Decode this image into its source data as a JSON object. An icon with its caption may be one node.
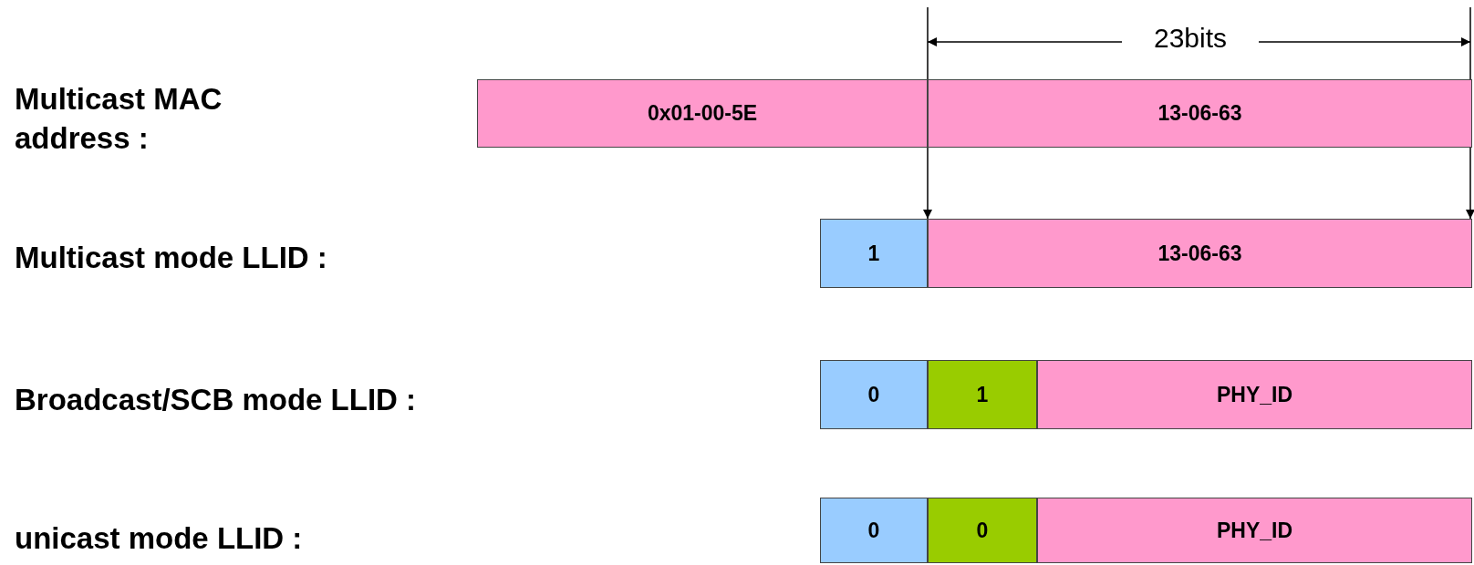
{
  "diagram": {
    "nodes": [
      {
        "text": [
          "0x01-00-5E"
        ]
      },
      {
        "text": [
          "13-06-63"
        ]
      },
      {
        "text": [
          "1"
        ]
      },
      {
        "text": [
          "13-06-63"
        ]
      },
      {
        "text": [
          "0"
        ]
      },
      {
        "text": [
          "1"
        ]
      },
      {
        "text": [
          "PHY_ID"
        ]
      },
      {
        "text": [
          "0"
        ]
      },
      {
        "text": [
          "0"
        ]
      },
      {
        "text": [
          "PHY_ID"
        ]
      }
    ],
    "edges": [
      {
        "from": null,
        "to": 3,
        "arrow": "to"
      },
      {
        "from": null,
        "to": 3,
        "arrow": "to"
      }
    ],
    "labels": [
      "23bits",
      "Multicast MAC address :",
      "Multicast mode LLID :",
      "Broadcast/SCB mode LLID :",
      "unicast mode LLID :"
    ]
  }
}
